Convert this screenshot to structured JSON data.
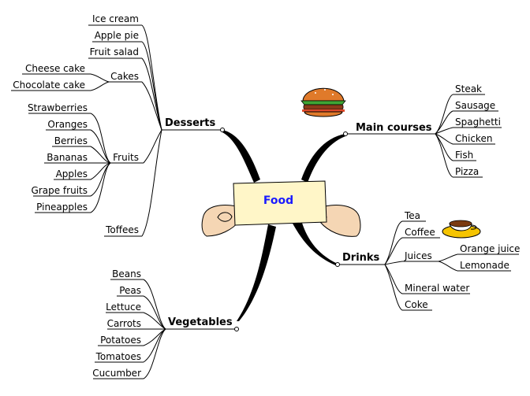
{
  "center": {
    "label": "Food"
  },
  "branches": {
    "desserts": {
      "label": "Desserts",
      "items": [
        "Ice cream",
        "Apple pie",
        "Fruit salad",
        "Toffees"
      ],
      "groups": {
        "cakes": {
          "label": "Cakes",
          "items": [
            "Cheese cake",
            "Chocolate cake"
          ]
        },
        "fruits": {
          "label": "Fruits",
          "items": [
            "Strawberries",
            "Oranges",
            "Berries",
            "Bananas",
            "Apples",
            "Grape fruits",
            "Pineapples"
          ]
        }
      }
    },
    "main_courses": {
      "label": "Main courses",
      "items": [
        "Steak",
        "Sausage",
        "Spaghetti",
        "Chicken",
        "Fish",
        "Pizza"
      ]
    },
    "drinks": {
      "label": "Drinks",
      "items": [
        "Tea",
        "Coffee",
        "Mineral water",
        "Coke"
      ],
      "groups": {
        "juices": {
          "label": "Juices",
          "items": [
            "Orange juice",
            "Lemonade"
          ]
        }
      }
    },
    "vegetables": {
      "label": "Vegetables",
      "items": [
        "Beans",
        "Peas",
        "Lettuce",
        "Carrots",
        "Potatoes",
        "Tomatoes",
        "Cucumber"
      ]
    }
  },
  "icons": [
    "hamburger-icon",
    "coffee-cup-icon",
    "hands-icon"
  ],
  "colors": {
    "center_text": "#1a1aff",
    "center_card": "#fff6c8"
  }
}
